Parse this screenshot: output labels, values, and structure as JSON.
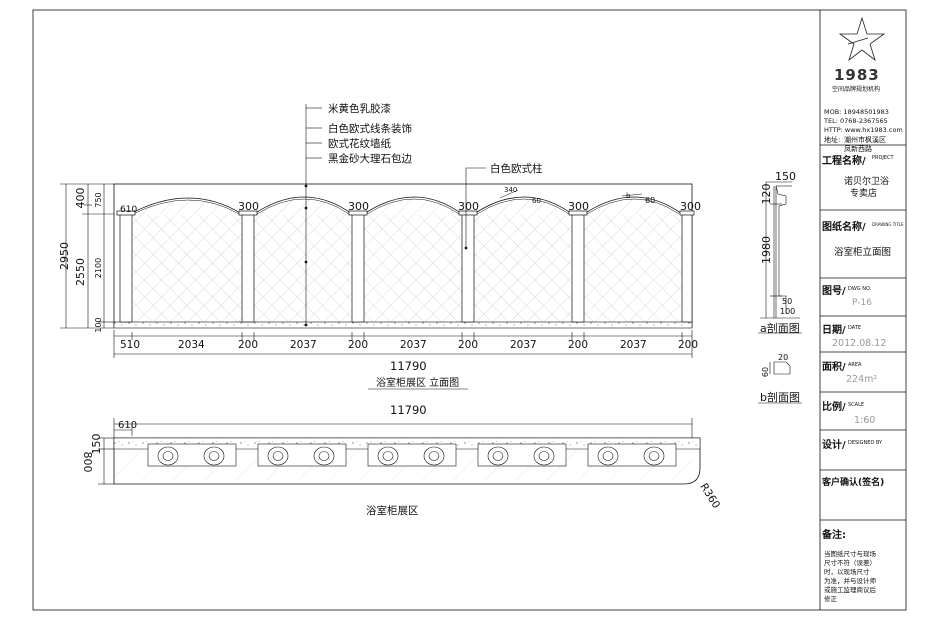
{
  "leaders": {
    "items": [
      "米黄色乳胶漆",
      "白色欧式线条装饰",
      "欧式花纹墙纸",
      "黑金砂大理石包边"
    ],
    "column": "白色欧式柱"
  },
  "elevation": {
    "title": "浴室柜展区 立面图",
    "overall_width": "11790",
    "height_total": "2950",
    "height_sub": "2550",
    "height_parts": [
      "400",
      "750",
      "2100",
      "100"
    ],
    "bottom_dims": [
      "510",
      "2034",
      "200",
      "2037",
      "200",
      "2037",
      "200",
      "2037",
      "200",
      "2037",
      "200"
    ],
    "arch_dims": [
      "610",
      "300",
      "300",
      "300",
      "300",
      "300"
    ],
    "small_dims": [
      "340",
      "60",
      "b",
      "60"
    ]
  },
  "section_a": {
    "title": "a剖面图",
    "dims": [
      "150",
      "120",
      "1980",
      "50",
      "100"
    ]
  },
  "section_b": {
    "title": "b剖面图",
    "dims": [
      "20",
      "60"
    ]
  },
  "plan": {
    "title": "浴室柜展区",
    "overall_width": "11790",
    "left_offset": "610",
    "depth_parts": [
      "150",
      "800"
    ],
    "radius": "R360"
  },
  "title_block": {
    "logo_text": "1983",
    "logo_sub": "空间品牌规划机构",
    "mob": "MOB: 18948501983",
    "tel": "TEL: 0768-2367565",
    "http": "HTTP: www.hx1983.com",
    "addr_label": "地址:",
    "addr_1": "潮州市枫溪区",
    "addr_2": "凤新西路",
    "project_label": "工程名称/",
    "project_label_en": "PROJECT",
    "project_name_1": "诺贝尔卫浴",
    "project_name_2": "专卖店",
    "drawing_label": "图纸名称/",
    "drawing_label_en": "DRAWING TITLE",
    "drawing_name": "浴室柜立面图",
    "dwg_no_label": "图号/",
    "dwg_no_label_en": "DWG NO.",
    "dwg_no": "P-16",
    "date_label": "日期/",
    "date_label_en": "DATE",
    "date": "2012.08.12",
    "area_label": "面积/",
    "area_label_en": "AREA",
    "area": "224m²",
    "scale_label": "比例/",
    "scale_label_en": "SCALE",
    "scale": "1:60",
    "design_label": "设计/",
    "design_label_en": "DESIGNED BY",
    "client_label": "客户确认(签名)",
    "note_label": "备注:",
    "note_lines": [
      "当图纸尺寸与现场",
      "尺寸不符（误差）",
      "时，以现场尺寸",
      "为准，并与设计师",
      "或施工监理商议后",
      "修正"
    ]
  },
  "colors": {
    "line": "#111111",
    "hatch": "#9a9a9a",
    "panel": "#f4f4f4"
  }
}
